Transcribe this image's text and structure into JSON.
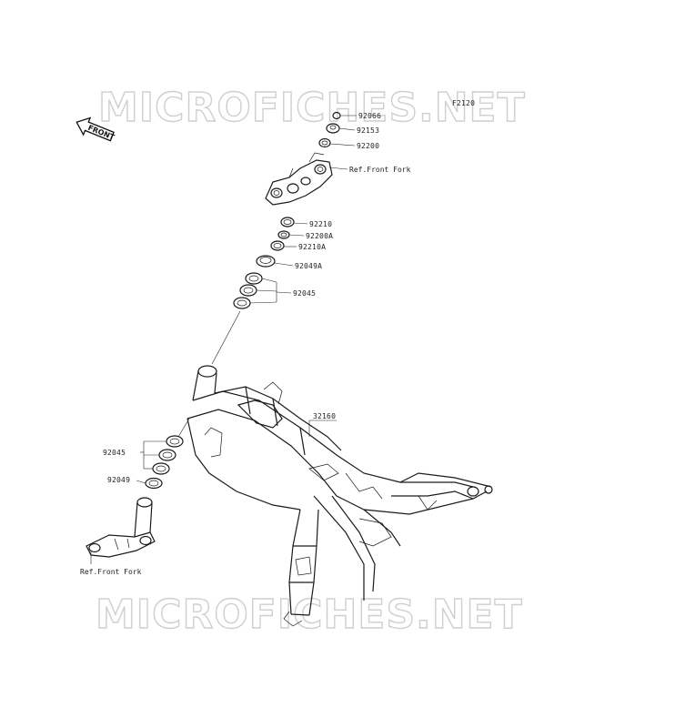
{
  "diagram_code": "F2120",
  "watermark": "MICROFICHES.NET",
  "front_label": "FRONT",
  "labels": {
    "p92066": "92066",
    "p92153": "92153",
    "p92200": "92200",
    "p92210": "92210",
    "p92200A": "92200A",
    "p92210A": "92210A",
    "p92049A": "92049A",
    "p92045_upper": "92045",
    "p32160": "32160",
    "p92045_lower": "92045",
    "p92049": "92049"
  },
  "references": {
    "upper": "Ref.Front Fork",
    "lower": "Ref.Front Fork"
  }
}
